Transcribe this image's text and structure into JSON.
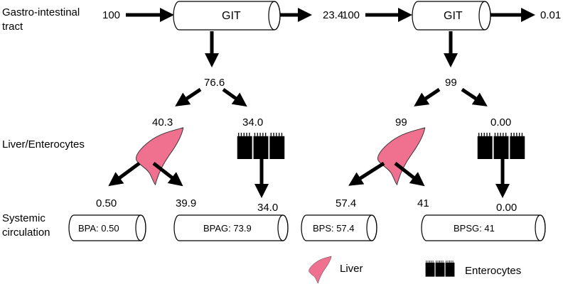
{
  "row_labels": {
    "git_line1": "Gastro-intestinal",
    "git_line2": "tract",
    "liver": "Liver/Enterocytes",
    "systemic_line1": "Systemic",
    "systemic_line2": "circulation"
  },
  "left_panel": {
    "input": "100",
    "git_label": "GIT",
    "excreted": "23.4",
    "absorbed": "76.6",
    "to_liver": "40.3",
    "to_enterocytes": "34.0",
    "liver_unmetabolized": "0.50",
    "liver_metabolized": "39.9",
    "enterocytes_out": "34.0",
    "cylinder_1": "BPA: 0.50",
    "cylinder_2": "BPAG: 73.9"
  },
  "right_panel": {
    "input": "100",
    "git_label": "GIT",
    "excreted": "0.01",
    "absorbed": "99",
    "to_liver": "99",
    "to_enterocytes": "0.00",
    "liver_unmetabolized": "57.4",
    "liver_metabolized": "41",
    "enterocytes_out": "0.00",
    "cylinder_1": "BPS: 57.4",
    "cylinder_2": "BPSG: 41"
  },
  "legend": {
    "liver": "Liver",
    "enterocytes": "Enterocytes"
  },
  "colors": {
    "liver": "#f07090",
    "enterocytes": "#000000",
    "arrows": "#000000"
  }
}
